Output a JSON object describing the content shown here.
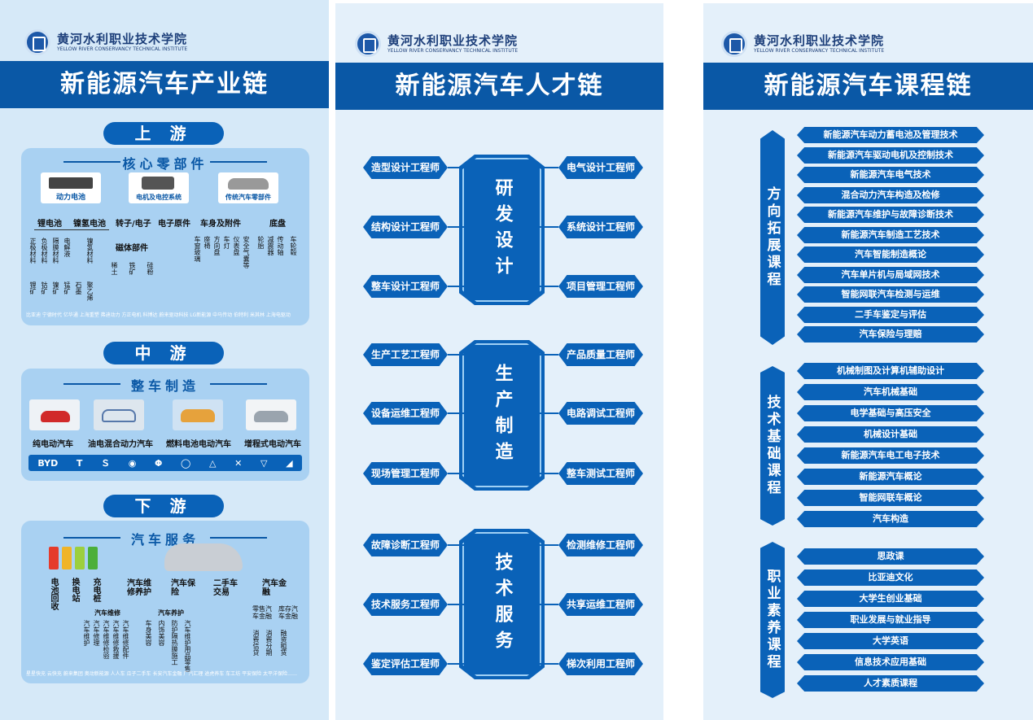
{
  "school": {
    "name_cn": "黄河水利职业技术学院",
    "name_en": "YELLOW RIVER CONSERVANCY TECHNICAL INSTITUTE"
  },
  "panel1": {
    "title": "新能源汽车产业链",
    "upstream": {
      "label": "上 游",
      "box_title": "核心零部件",
      "parts": [
        "动力电池",
        "电机及电控系统",
        "传统汽车零部件"
      ],
      "row1": [
        "锂电池",
        "镍氢电池",
        "转子/电子",
        "电子原件",
        "车身及附件",
        "底盘"
      ],
      "battery_items": [
        "正极材料",
        "负极材料",
        "隔膜材料",
        "电解液",
        "镍氢材料"
      ],
      "magnet": "磁体部件",
      "magnet_items": [
        "稀土",
        "铁矿",
        "硅粉"
      ],
      "body_items": [
        "车窗玻璃",
        "座椅",
        "方向盘",
        "车灯",
        "仪表盘",
        "安全气囊等"
      ],
      "chassis_items": [
        "轮胎",
        "减震器",
        "传动轴",
        "车轮毂"
      ],
      "raw_items": [
        "锂矿",
        "钴矿",
        "镍矿",
        "锰矿",
        "石墨",
        "聚乙烯"
      ],
      "companies": "比亚迪  宁德时代  亿华通  上海重塑  弗迪动力  方正电机  科博达  蔚来驱动科技  LG新能源  中马传动  伯特利  米其林  上海电驱动"
    },
    "midstream": {
      "label": "中 游",
      "box_title": "整车制造",
      "vehicles": [
        "纯电动汽车",
        "油电混合动力汽车",
        "燃料电池电动汽车",
        "增程式电动汽车"
      ],
      "brands": [
        "BYD",
        "T",
        "Ｓ",
        "◉",
        "Φ",
        "◯",
        "△",
        "✕",
        "▽",
        "◢"
      ]
    },
    "downstream": {
      "label": "下 游",
      "box_title": "汽车服务",
      "services": [
        "电池回收",
        "换电站",
        "充电桩"
      ],
      "services2": [
        "汽车维修养护",
        "汽车保险",
        "二手车交易",
        "汽车金融"
      ],
      "sub_repair": "汽车维修",
      "sub_care": "汽车养护",
      "repair_items": [
        "汽车维护",
        "汽车修理",
        "汽车维修检验",
        "汽车维修救援",
        "汽车维修配件"
      ],
      "care_items": [
        "车身美容",
        "内饰美容",
        "防护隔热膜施工",
        "汽车维护用品零售"
      ],
      "finance_items": [
        "零售汽车金融",
        "库存汽车金融"
      ],
      "finance_sub": [
        "消费信贷",
        "消费分期",
        "融资租赁"
      ],
      "companies": "星星快充  云快充  蔚来集团  奥动新能源  人人车  瓜子二手车  长安汽车金融  广汽汇理  途虎养车  车工坊  平安保险  太平洋保险……"
    }
  },
  "panel2": {
    "title": "新能源汽车人才链",
    "groups": [
      {
        "name": "研发设计",
        "left": [
          "造型设计工程师",
          "结构设计工程师",
          "整车设计工程师"
        ],
        "right": [
          "电气设计工程师",
          "系统设计工程师",
          "项目管理工程师"
        ]
      },
      {
        "name": "生产制造",
        "left": [
          "生产工艺工程师",
          "设备运维工程师",
          "现场管理工程师"
        ],
        "right": [
          "产品质量工程师",
          "电路调试工程师",
          "整车测试工程师"
        ]
      },
      {
        "name": "技术服务",
        "left": [
          "故障诊断工程师",
          "技术服务工程师",
          "鉴定评估工程师"
        ],
        "right": [
          "检测维修工程师",
          "共享运维工程师",
          "梯次利用工程师"
        ]
      }
    ]
  },
  "panel3": {
    "title": "新能源汽车课程链",
    "categories": [
      {
        "name": "方向拓展课程",
        "courses": [
          "新能源汽车动力蓄电池及管理技术",
          "新能源汽车驱动电机及控制技术",
          "新能源汽车电气技术",
          "混合动力汽车构造及检修",
          "新能源汽车维护与故障诊断技术",
          "新能源汽车制造工艺技术",
          "汽车智能制造概论",
          "汽车单片机与局域网技术",
          "智能网联汽车检测与运维",
          "二手车鉴定与评估",
          "汽车保险与理赔"
        ]
      },
      {
        "name": "技术基础课程",
        "courses": [
          "机械制图及计算机辅助设计",
          "汽车机械基础",
          "电学基础与高压安全",
          "机械设计基础",
          "新能源汽车电工电子技术",
          "新能源汽车概论",
          "智能网联车概论",
          "汽车构造"
        ]
      },
      {
        "name": "职业素养课程",
        "courses": [
          "思政课",
          "比亚迪文化",
          "大学生创业基础",
          "职业发展与就业指导",
          "大学英语",
          "信息技术应用基础",
          "人才素质课程"
        ]
      }
    ]
  }
}
